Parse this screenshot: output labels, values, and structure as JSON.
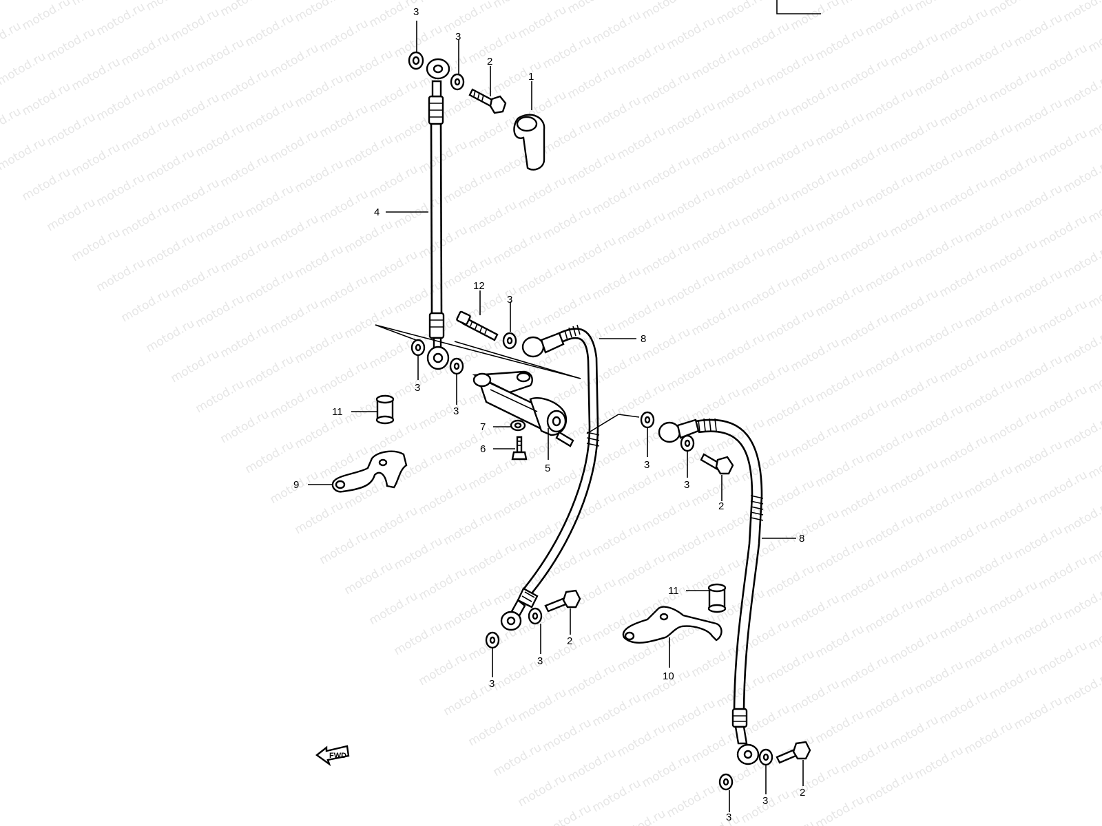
{
  "watermark": {
    "text": "motod.ru"
  },
  "diagram": {
    "fwd_label": "FWD",
    "callouts": {
      "c1": "1",
      "c2a": "2",
      "c2b": "2",
      "c2c": "2",
      "c2d": "2",
      "c3a": "3",
      "c3b": "3",
      "c3c": "3",
      "c3d": "3",
      "c3e": "3",
      "c3f": "3",
      "c3g": "3",
      "c3h": "3",
      "c3i": "3",
      "c3j": "3",
      "c3k": "3",
      "c4": "4",
      "c5": "5",
      "c6": "6",
      "c7": "7",
      "c8a": "8",
      "c8b": "8",
      "c9": "9",
      "c10": "10",
      "c11a": "11",
      "c11b": "11",
      "c12": "12"
    }
  }
}
